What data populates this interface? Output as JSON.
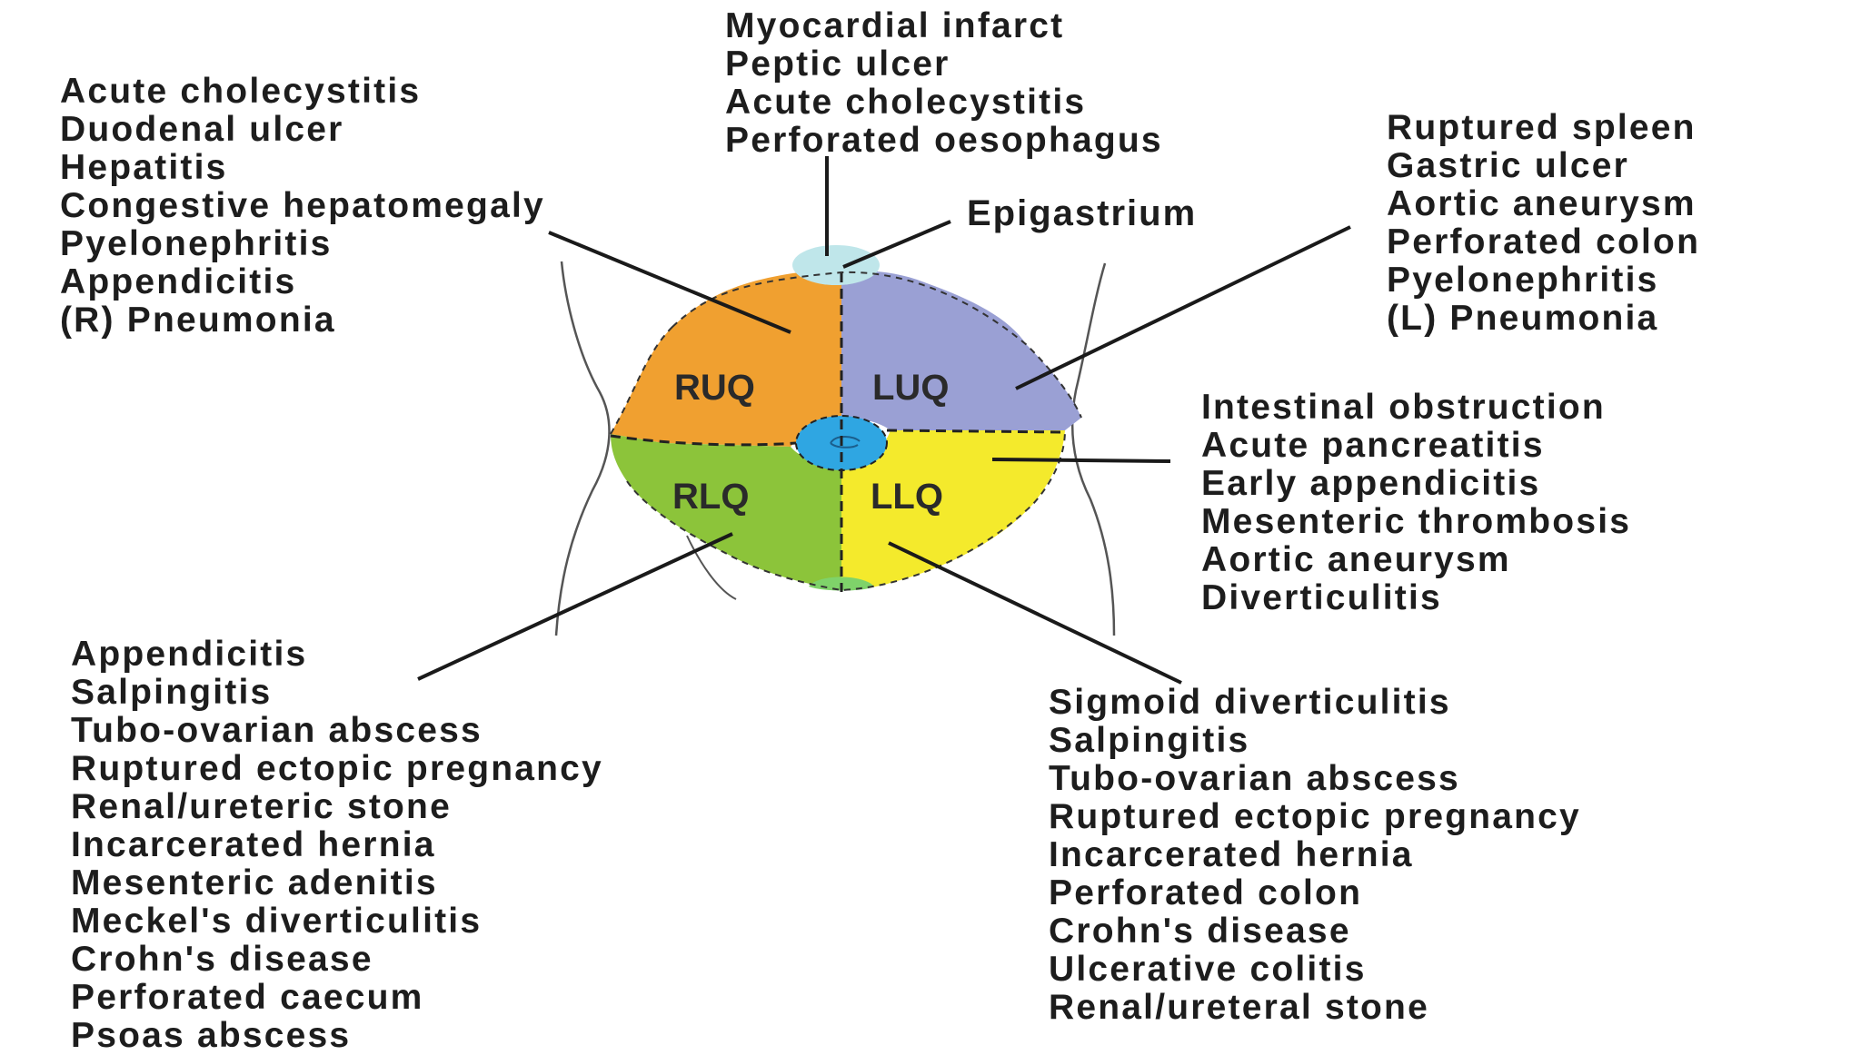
{
  "quadrant_labels": {
    "ruq": "RUQ",
    "luq": "LUQ",
    "rlq": "RLQ",
    "llq": "LLQ"
  },
  "epigastrium_label": "Epigastrium",
  "lists": {
    "ruq": [
      "Acute cholecystitis",
      "Duodenal ulcer",
      "Hepatitis",
      "Congestive hepatomegaly",
      "Pyelonephritis",
      "Appendicitis",
      "(R) Pneumonia"
    ],
    "epigastrium": [
      "Myocardial infarct",
      "Peptic ulcer",
      "Acute cholecystitis",
      "Perforated oesophagus"
    ],
    "luq": [
      "Ruptured spleen",
      "Gastric ulcer",
      "Aortic aneurysm",
      "Perforated colon",
      "Pyelonephritis",
      "(L) Pneumonia"
    ],
    "umbilical": [
      "Intestinal obstruction",
      "Acute pancreatitis",
      "Early appendicitis",
      "Mesenteric thrombosis",
      "Aortic aneurysm",
      "Diverticulitis"
    ],
    "rlq": [
      "Appendicitis",
      "Salpingitis",
      "Tubo-ovarian abscess",
      "Ruptured ectopic pregnancy",
      "Renal/ureteric stone",
      "Incarcerated hernia",
      "Mesenteric adenitis",
      "Meckel's diverticulitis",
      "Crohn's disease",
      "Perforated caecum",
      "Psoas abscess"
    ],
    "llq": [
      "Sigmoid diverticulitis",
      "Salpingitis",
      "Tubo-ovarian abscess",
      "Ruptured ectopic pregnancy",
      "Incarcerated hernia",
      "Perforated colon",
      "Crohn's disease",
      "Ulcerative colitis",
      "Renal/ureteral stone"
    ]
  },
  "colors": {
    "ruq": "#f0a030",
    "luq": "#9aa0d4",
    "rlq": "#8cc43a",
    "llq": "#f4ea2c",
    "epigastrium": "#bfe6ea",
    "umbilicus": "#2fa6e2",
    "text": "#1d1d1d",
    "lines": "#1a1a1a"
  }
}
